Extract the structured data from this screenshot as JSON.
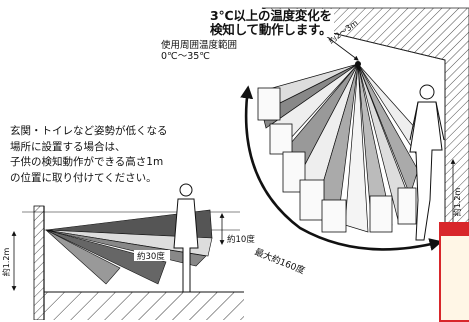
{
  "heading": {
    "line1": "3℃以上の温度変化を",
    "line2": "検知して動作します。"
  },
  "temperature_range": {
    "label": "使用周囲温度範囲",
    "value": "0℃～35℃"
  },
  "note": {
    "line1": "玄関・トイレなど姿勢が低くなる",
    "line2": "場所に設置する場合は、",
    "line3": "子供の検知動作ができる高さ1m",
    "line4": "の位置に取り付けてください。"
  },
  "top_diagram": {
    "distance_label": "約2～3m",
    "angle_label": "最大約160度",
    "height_label": "約1.2m"
  },
  "side_diagram": {
    "height_label": "約1.2m",
    "upper_angle_label": "約10度",
    "lower_angle_label": "約30度"
  },
  "colors": {
    "beam_light": "#f2f2f2",
    "beam_dark": "#555555",
    "accent_red": "#d8262a"
  }
}
